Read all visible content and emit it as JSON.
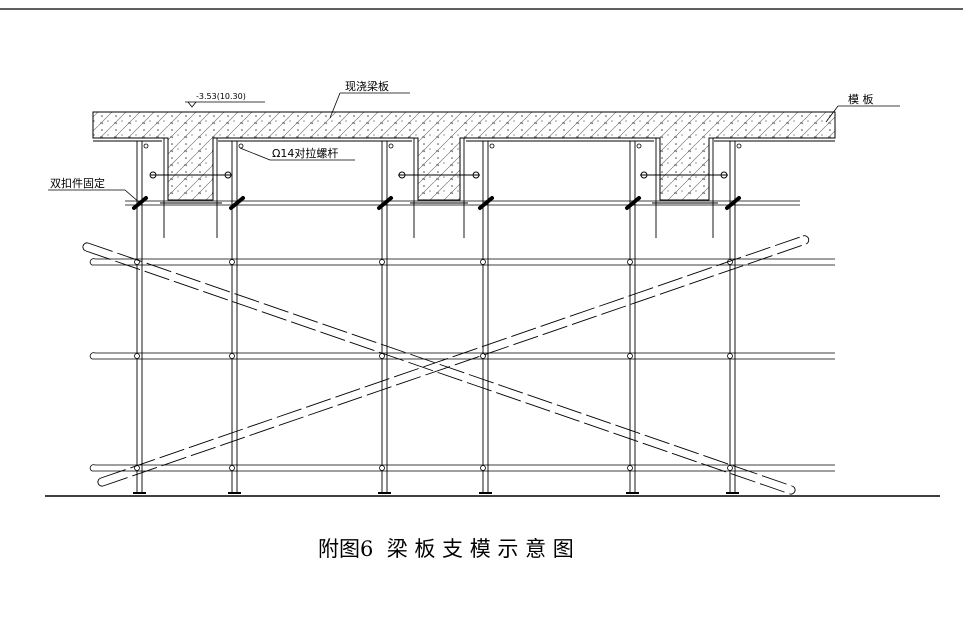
{
  "labels": {
    "slab": "现浇梁板",
    "elevation": "-3.53(10.30)",
    "formwork": "模 板",
    "bolt": "Ω14对拉螺杆",
    "fastener": "双扣件固定"
  },
  "caption": "附图6  梁 板 支 模 示 意 图",
  "colors": {
    "line": "#000000",
    "hatch": "#555555",
    "background": "#ffffff"
  }
}
